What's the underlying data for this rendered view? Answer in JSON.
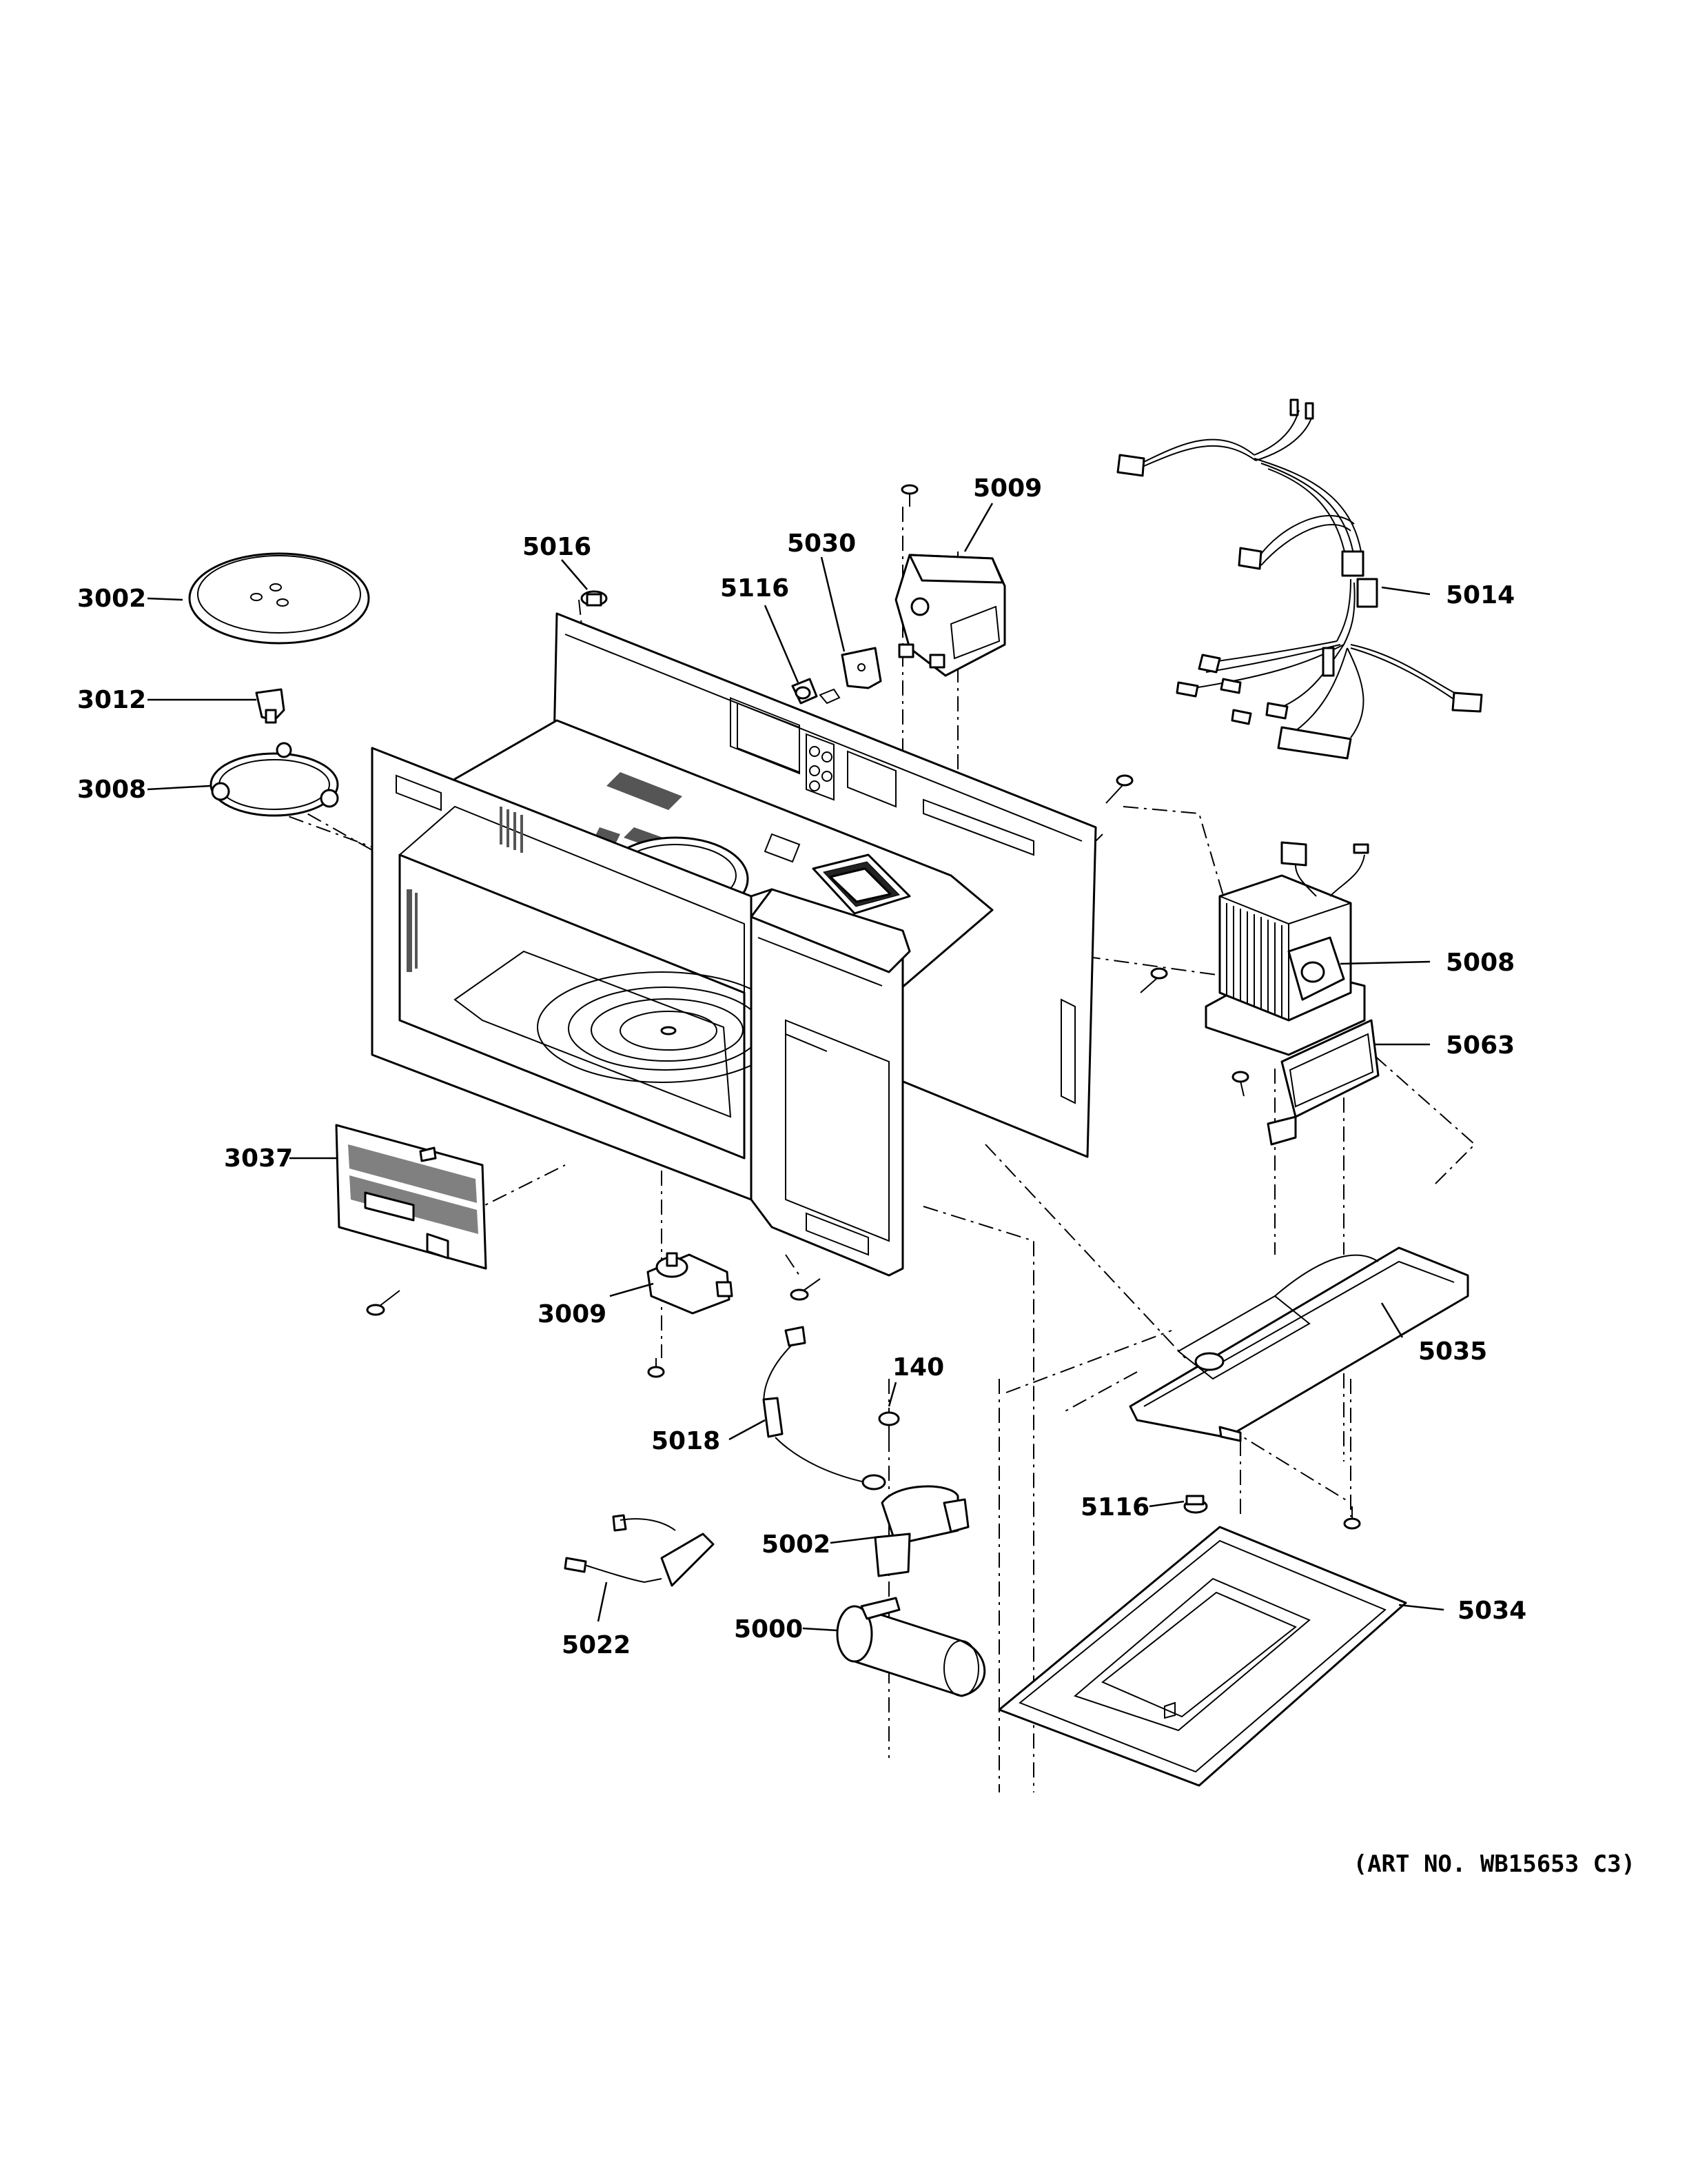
{
  "diagram": {
    "art_number": "(ART NO. WB15653 C3)",
    "callouts": [
      {
        "id": "3002",
        "label": "3002"
      },
      {
        "id": "3012",
        "label": "3012"
      },
      {
        "id": "3008",
        "label": "3008"
      },
      {
        "id": "5016",
        "label": "5016"
      },
      {
        "id": "5116a",
        "label": "5116"
      },
      {
        "id": "5030",
        "label": "5030"
      },
      {
        "id": "5009",
        "label": "5009"
      },
      {
        "id": "5014",
        "label": "5014"
      },
      {
        "id": "5008",
        "label": "5008"
      },
      {
        "id": "5063",
        "label": "5063"
      },
      {
        "id": "3037",
        "label": "3037"
      },
      {
        "id": "3009",
        "label": "3009"
      },
      {
        "id": "140",
        "label": "140"
      },
      {
        "id": "5018",
        "label": "5018"
      },
      {
        "id": "5035",
        "label": "5035"
      },
      {
        "id": "5116b",
        "label": "5116"
      },
      {
        "id": "5002",
        "label": "5002"
      },
      {
        "id": "5034",
        "label": "5034"
      },
      {
        "id": "5022",
        "label": "5022"
      },
      {
        "id": "5000",
        "label": "5000"
      }
    ]
  }
}
